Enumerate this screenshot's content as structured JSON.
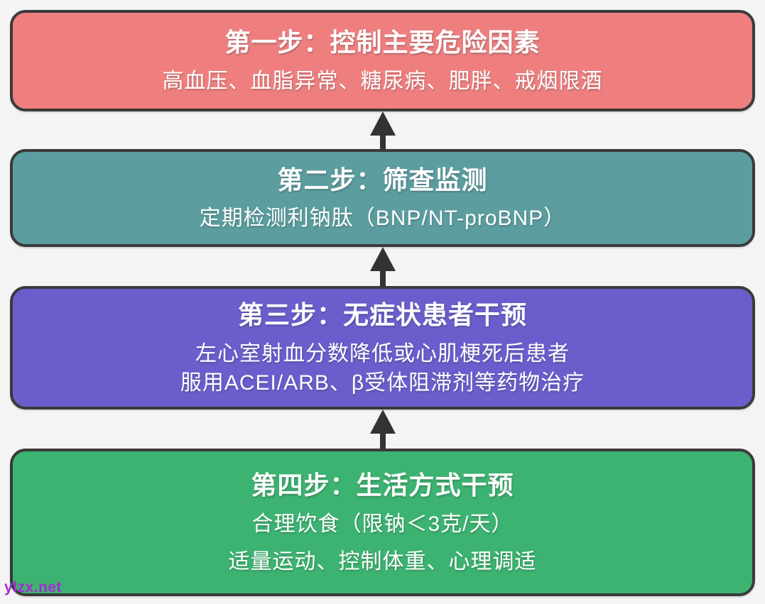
{
  "page": {
    "background": "#f4f4f4",
    "border_color": "#3a3a3a",
    "arrow_color": "#333333",
    "text_color": "#ffffff",
    "watermark": {
      "text": "ylzx.net",
      "color": "#a82ad4"
    }
  },
  "steps": [
    {
      "name": "step-1",
      "color": "#ef7f7f",
      "title": "第一步：控制主要危险因素",
      "lines": [
        "高血压、血脂异常、糖尿病、肥胖、戒烟限酒"
      ]
    },
    {
      "name": "step-2",
      "color": "#5c9ea0",
      "title": "第二步：筛查监测",
      "lines": [
        "定期检测利钠肽（BNP/NT-proBNP）"
      ]
    },
    {
      "name": "step-3",
      "color": "#6a5ecd",
      "title": "第三步：无症状患者干预",
      "lines": [
        "左心室射血分数降低或心肌梗死后患者",
        "服用ACEI/ARB、β受体阻滞剂等药物治疗"
      ]
    },
    {
      "name": "step-4",
      "color": "#3cb371",
      "title": "第四步：生活方式干预",
      "lines": [
        "合理饮食（限钠＜3克/天）",
        "适量运动、控制体重、心理调适"
      ]
    }
  ]
}
